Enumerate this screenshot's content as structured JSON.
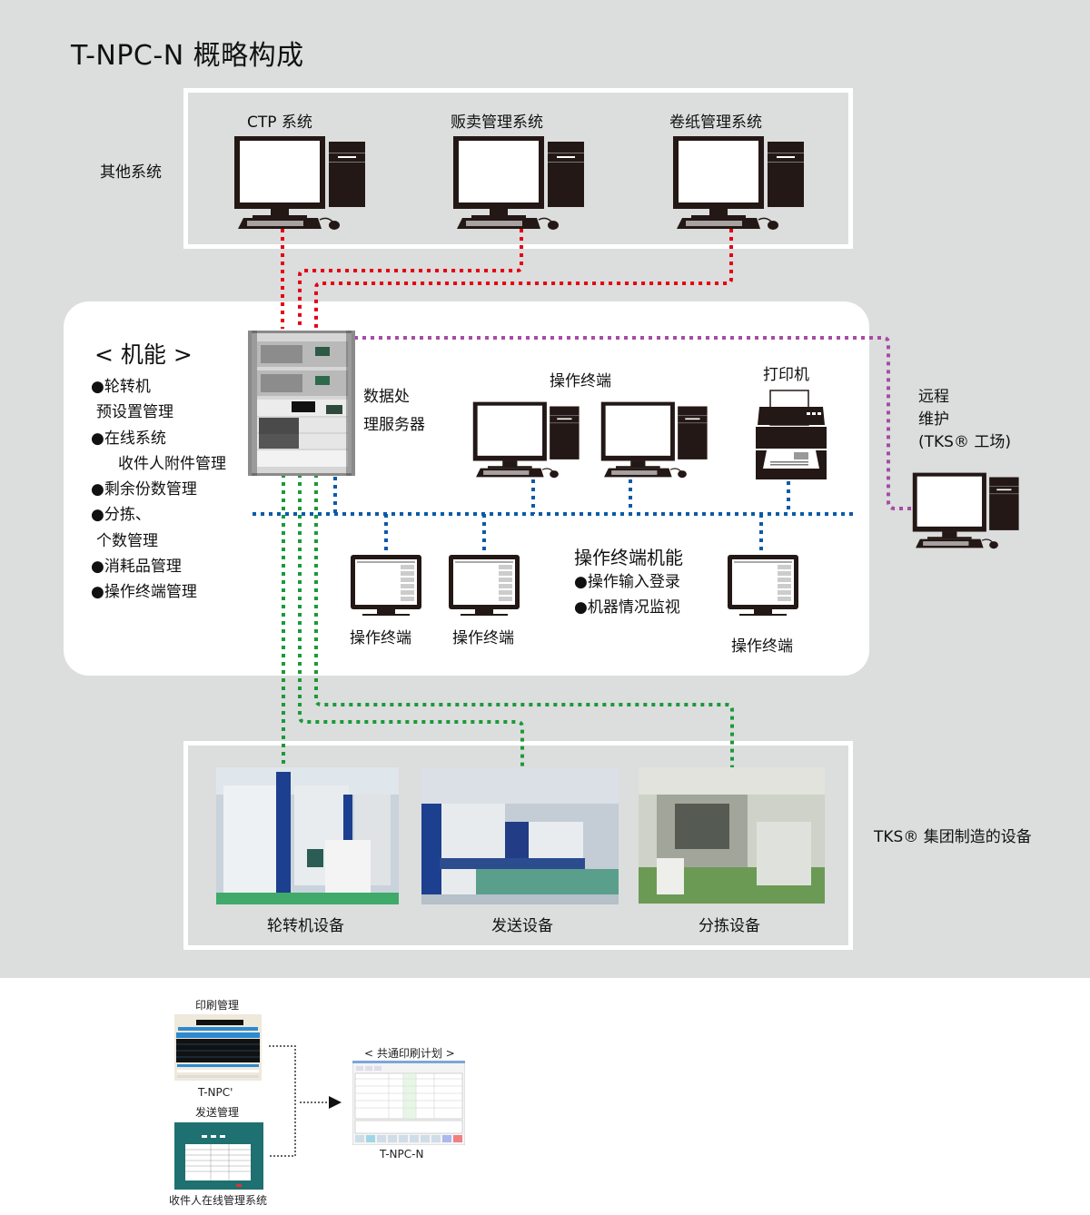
{
  "title": "T-NPC-N 概略构成",
  "other_systems": {
    "label": "其他系统",
    "items": [
      {
        "label": "CTP 系统"
      },
      {
        "label": "贩卖管理系统"
      },
      {
        "label": "卷纸管理系统"
      }
    ]
  },
  "functions": {
    "title": "< 机能 >",
    "items": [
      "●轮转机",
      "预设置管理",
      "●在线系统",
      "收件人附件管理",
      "●剩余份数管理",
      "●分拣、",
      "个数管理",
      "●消耗品管理",
      "●操作终端管理"
    ]
  },
  "server": {
    "line1": "数据处",
    "line2": "理服务器"
  },
  "operation_terminals_label": "操作终端",
  "printer_label": "打印机",
  "remote": {
    "line1": "远程",
    "line2": "维护",
    "line3": "(TKS® 工场)"
  },
  "op_terminal_functions": {
    "title": "操作终端机能",
    "items": [
      "●操作输入登录",
      "●机器情况监视"
    ]
  },
  "lower_terminals": [
    {
      "label": "操作终端"
    },
    {
      "label": "操作终端"
    },
    {
      "label": "操作终端"
    }
  ],
  "equipment": {
    "group_label": "TKS® 集团制造的设备",
    "items": [
      {
        "label": "轮转机设备"
      },
      {
        "label": "发送设备"
      },
      {
        "label": "分拣设备"
      }
    ]
  },
  "bottom": {
    "print_mgmt": {
      "title": "印刷管理",
      "caption": "T-NPC'"
    },
    "send_mgmt": {
      "title": "发送管理",
      "caption": "收件人在线管理系统"
    },
    "common_plan": {
      "title": "< 共通印刷计划 >",
      "caption": "T-NPC-N"
    }
  },
  "colors": {
    "background": "#dcdddd",
    "red_line": "#e50012",
    "green_line": "#1a9a3a",
    "blue_line": "#0a5aa8",
    "purple_line": "#a64ca6",
    "icon_dark": "#231815"
  }
}
